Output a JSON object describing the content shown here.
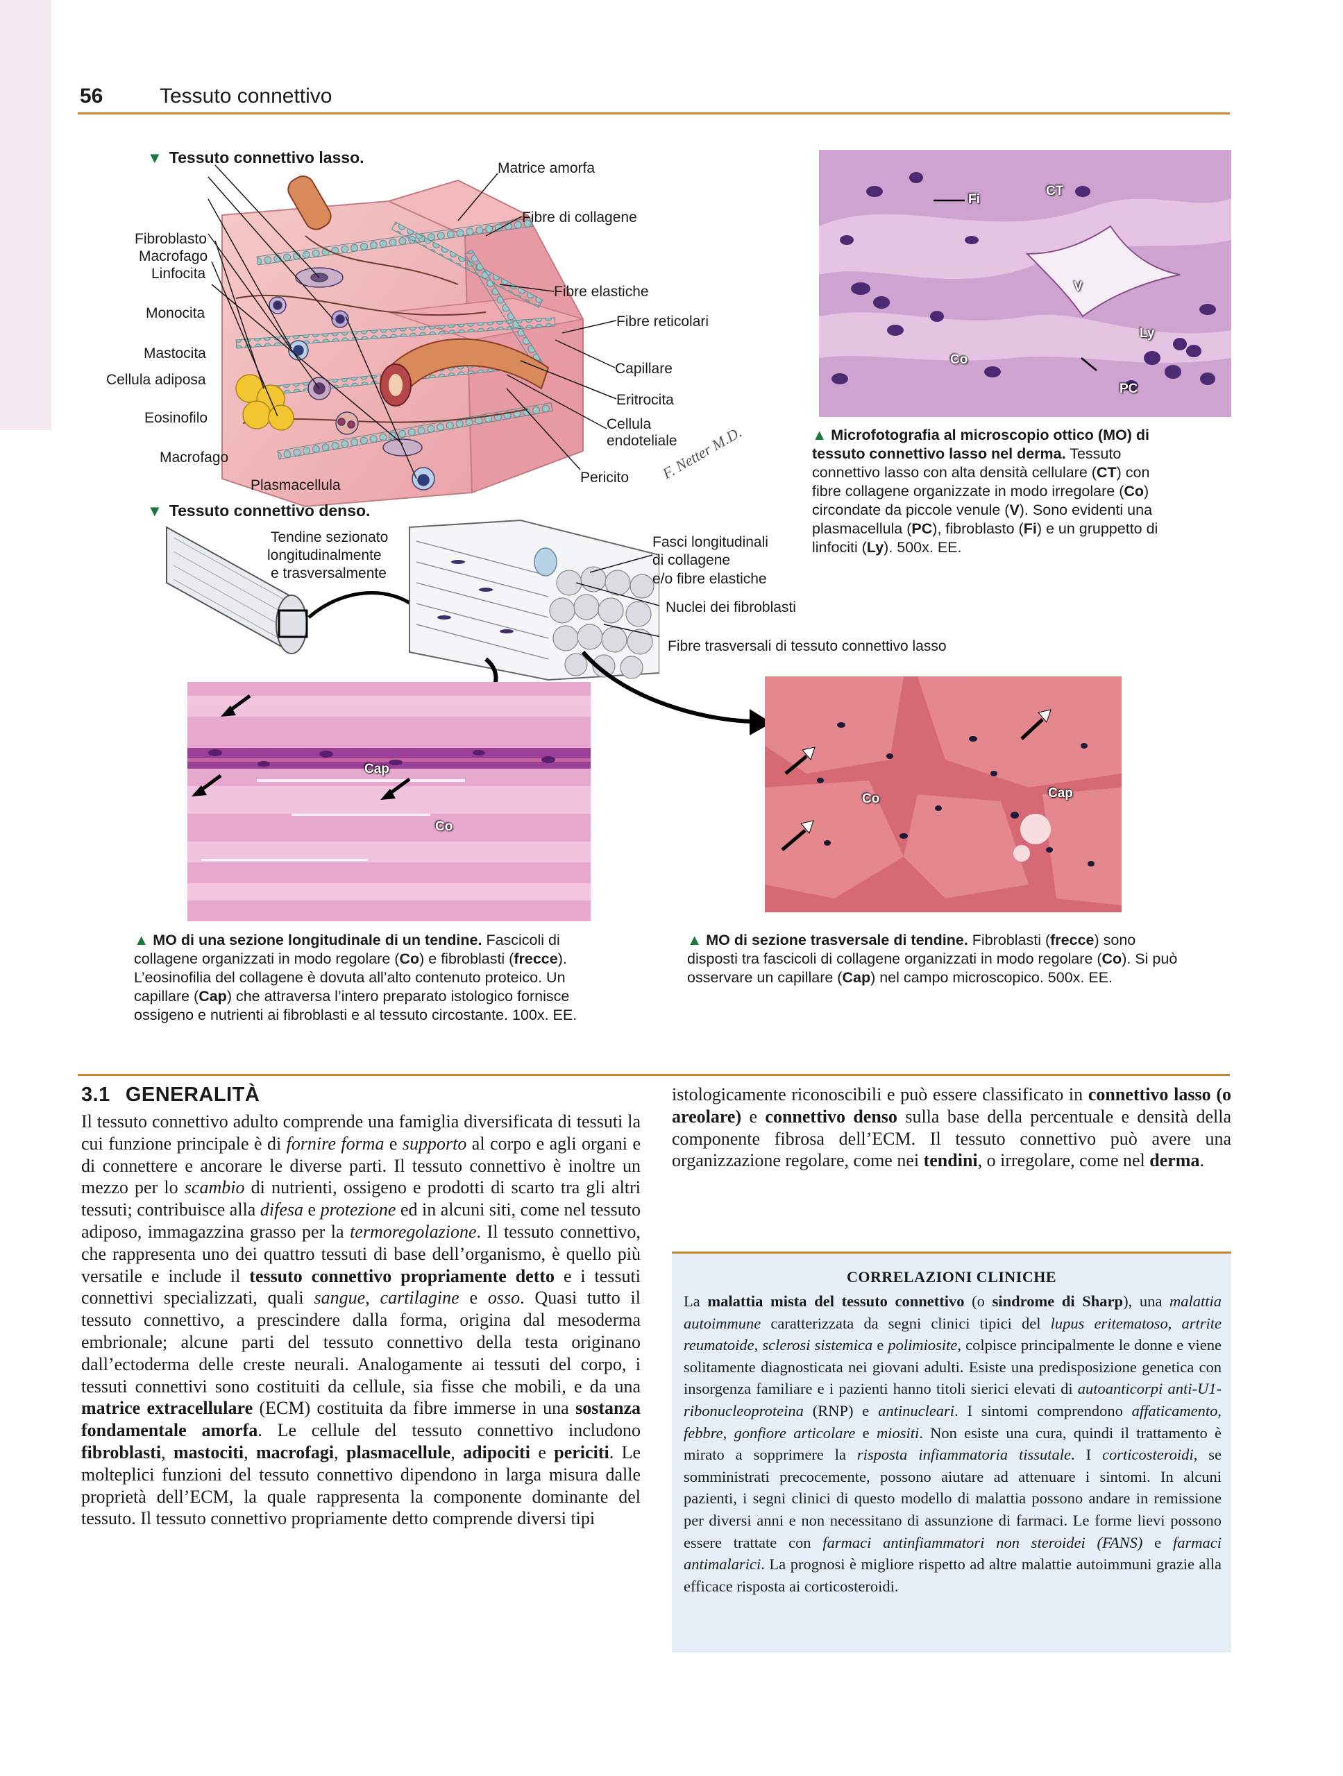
{
  "header": {
    "page_number": "56",
    "chapter": "Tessuto connettivo"
  },
  "fig_loose": {
    "heading": "Tessuto connettivo lasso.",
    "labels_left": {
      "fibroblasto": "Fibroblasto",
      "macrofago1": "Macrofago",
      "linfocita": "Linfocita",
      "monocita": "Monocita",
      "mastocita": "Mastocita",
      "adiposa": "Cellula adiposa",
      "eosinofilo": "Eosinofilo",
      "macrofago2": "Macrofago",
      "plasmacellula": "Plasmacellula"
    },
    "labels_right": {
      "matrice": "Matrice amorfa",
      "collagene": "Fibre di collagene",
      "elastiche": "Fibre elastiche",
      "reticolari": "Fibre reticolari",
      "capillare": "Capillare",
      "eritrocita": "Eritrocita",
      "endo1": "Cellula",
      "endo2": "endoteliale",
      "pericito": "Pericito"
    },
    "signature": "F. Netter M.D."
  },
  "fig_dense": {
    "heading": "Tessuto connettivo denso.",
    "tendon_label_1": "Tendine sezionato",
    "tendon_label_2": "longitudinalmente",
    "tendon_label_3": "e trasversalmente",
    "fasci_1": "Fasci longitudinali",
    "fasci_2": "di collagene",
    "fasci_3": "e/o fibre elastiche",
    "nuclei": "Nuclei dei fibroblasti",
    "trasversali": "Fibre trasversali di tessuto connettivo lasso"
  },
  "micro_top": {
    "labels": {
      "fi": "Fi",
      "ct": "CT",
      "v": "V",
      "ly": "Ly",
      "co": "Co",
      "pc": "PC"
    },
    "caption": {
      "bold": "Microfotografia al microscopio ottico (MO) di tessuto connettivo lasso nel derma.",
      "t1": " Tessuto connettivo lasso con alta densità cellulare (",
      "b1": "CT",
      "t2": ") con fibre collagene organizzate in modo irregolare (",
      "b2": "Co",
      "t3": ") circondate da piccole venule (",
      "b3": "V",
      "t4": "). Sono evidenti una plasmacellula (",
      "b4": "PC",
      "t5": "), fibroblasto (",
      "b5": "Fi",
      "t6": ") e un gruppetto di linfociti (",
      "b6": "Ly",
      "t7": "). 500x. EE."
    }
  },
  "micro_long": {
    "labels": {
      "cap": "Cap",
      "co": "Co"
    },
    "caption": {
      "bold": "MO di una sezione longitudinale di un tendine.",
      "t1": " Fascicoli di collagene organizzati in modo regolare (",
      "b1": "Co",
      "t2": ") e fibroblasti (",
      "b2": "frecce",
      "t3": "). L’eosinofilia del collagene è dovuta all’alto contenuto proteico. Un capillare (",
      "b3": "Cap",
      "t4": ") che attraversa l’intero preparato istologico fornisce ossigeno e nutrienti ai fibroblasti e al tessuto circostante. 100x. EE."
    }
  },
  "micro_trans": {
    "labels": {
      "co": "Co",
      "cap": "Cap"
    },
    "caption": {
      "bold": "MO di sezione trasversale di tendine.",
      "t1": " Fibroblasti (",
      "b1": "frecce",
      "t2": ") sono disposti tra fascicoli di collagene organizzati in modo regolare (",
      "b2": "Co",
      "t3": "). Si può osservare un capillare (",
      "b3": "Cap",
      "t4": ") nel campo microscopico. 500x. EE."
    }
  },
  "section": {
    "number": "3.1",
    "title": "GENERALITÀ",
    "p1_a": "Il tessuto connettivo adulto comprende una famiglia diversificata di tessuti la cui funzione principale è di ",
    "p1_i1": "fornire forma",
    "p1_b": " e ",
    "p1_i2": "supporto",
    "p1_c": " al corpo e agli organi e di connettere e ancorare le diverse parti. Il tessuto connettivo è inoltre un mezzo per lo ",
    "p1_i3": "scambio",
    "p1_d": " di nutrienti, ossigeno e prodotti di scarto tra gli altri tessuti; contribuisce alla ",
    "p1_i4": "difesa",
    "p1_e": " e ",
    "p1_i5": "protezione",
    "p1_f": " ed in alcuni siti, come nel tessuto adiposo, immagazzina grasso per la ",
    "p1_i6": "termoregolazione",
    "p1_g": ". Il tessuto connettivo, che rappresenta uno dei quattro tessuti di base dell’organismo, è quello più versatile e include il ",
    "p1_b1": "tessuto connettivo propriamente detto",
    "p1_h": " e i tessuti connettivi specializzati, quali ",
    "p1_i7": "sangue",
    "p1_i": ", ",
    "p1_i8": "cartilagine",
    "p1_j": " e ",
    "p1_i9": "osso",
    "p1_k": ". Quasi tutto il tessuto connettivo, a prescindere dalla forma, origina dal mesoderma embrionale; alcune parti del tessuto connettivo della testa originano dall’ectoderma delle creste neurali. Analogamente ai tessuti del corpo, i tessuti connettivi sono costituiti da cellule, sia fisse che mobili, e da una ",
    "p1_b2": "matrice extracellulare",
    "p1_l": " (ECM) costituita da fibre immerse in una ",
    "p1_b3": "sostanza fondamentale amorfa",
    "p1_m": ". Le cellule del tessuto connettivo includono ",
    "p1_b4": "fibroblasti",
    "p1_n": ", ",
    "p1_b5": "mastociti",
    "p1_o": ", ",
    "p1_b6": "macrofagi",
    "p1_p": ", ",
    "p1_b7": "plasmacellule",
    "p1_q": ", ",
    "p1_b8": "adipociti",
    "p1_r": " e ",
    "p1_b9": "periciti",
    "p1_s": ". Le molteplici funzioni del tessuto connettivo dipendono in larga misura dalle proprietà dell’ECM, la quale rappresenta la componente dominante del tessuto. Il tessuto connettivo propriamente detto comprende diversi tipi ",
    "p2_a": "istologicamente riconoscibili e può essere classificato in ",
    "p2_b1": "connettivo lasso (o areolare)",
    "p2_b": " e ",
    "p2_b2": "connettivo denso",
    "p2_c": " sulla base della percentuale e densità della componente fibrosa dell’ECM. Il tessuto connettivo può avere una organizzazione regolare, come nei ",
    "p2_b3": "tendini",
    "p2_d": ", o irregolare, come nel ",
    "p2_b4": "derma",
    "p2_e": "."
  },
  "clinic": {
    "title": "CORRELAZIONI CLINICHE",
    "a": "La ",
    "b1": "malattia mista del tessuto connettivo",
    "b": " (o ",
    "b2": "sindrome di Sharp",
    "c": "), una ",
    "i1": "malattia autoimmune",
    "d": " caratterizzata da segni clinici tipici del ",
    "i2": "lupus eritematoso",
    "e": ", ",
    "i3": "artrite reumatoide",
    "f": ", ",
    "i4": "sclerosi sistemica",
    "g": " e ",
    "i5": "polimiosite",
    "h": ", colpisce principalmente le donne e viene solitamente diagnosticata nei giovani adulti. Esiste una predisposizione genetica con insorgenza familiare e i pazienti hanno titoli sierici elevati di ",
    "i6": "autoanticorpi anti-U1-ribonucleoproteina",
    "i": " (RNP) e ",
    "i7": "antinucleari",
    "j": ". I sintomi comprendono ",
    "i8": "affaticamento",
    "k": ", ",
    "i9": "febbre",
    "l": ", ",
    "i10": "gonfiore articolare",
    "m": " e ",
    "i11": "miositi",
    "n": ". Non esiste una cura, quindi il trattamento è mirato a sopprimere la ",
    "i12": "risposta infiammatoria tissutale",
    "o": ". I ",
    "i13": "corticosteroidi",
    "p": ", se somministrati precocemente, possono aiutare ad attenuare i sintomi. In alcuni pazienti, i segni clinici di questo modello di malattia possono andare in remissione per diversi anni e non necessitano di assunzione di farmaci. Le forme lievi possono essere trattate con ",
    "i14": "farmaci antinfiammatori non steroidei (FANS)",
    "q": " e ",
    "i15": "farmaci antimalarici",
    "r": ". La prognosi è migliore rispetto ad altre malattie autoimmuni grazie alla efficace risposta ai corticosteroidi."
  }
}
